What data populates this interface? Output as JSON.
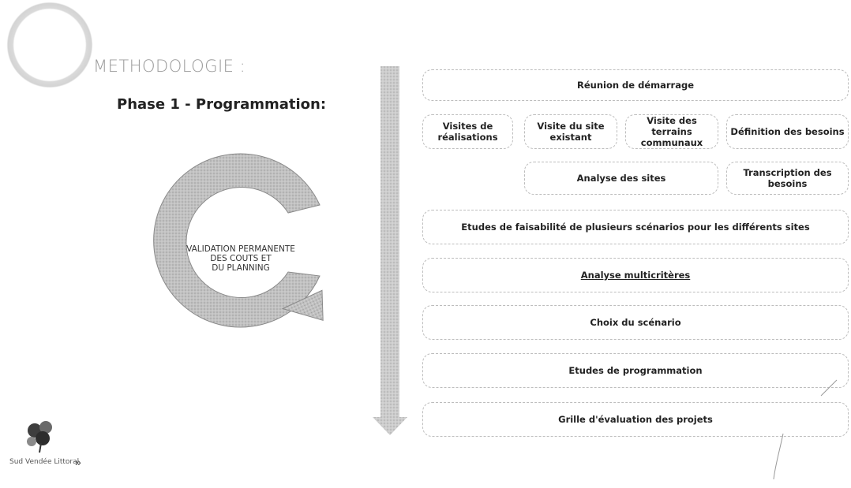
{
  "header": {
    "section_title": "METHODOLOGIE :",
    "phase_title": "Phase 1 - Programmation:"
  },
  "cycle": {
    "lines": [
      "VALIDATION PERMANENTE",
      "DES COUTS ET",
      "DU PLANNING"
    ]
  },
  "process_boxes": {
    "kickoff": "Réunion de démarrage",
    "visits_realisations": [
      "Visites de",
      "réalisations"
    ],
    "visit_existing_site": [
      "Visite du site",
      "existant"
    ],
    "visit_municipal_land": [
      "Visite des terrains",
      "communaux"
    ],
    "needs_definition": "Définition des besoins",
    "site_analysis": "Analyse des sites",
    "needs_transcription": "Transcription des besoins",
    "feasibility_studies": "Etudes de faisabilité de plusieurs scénarios pour les différents sites",
    "multicriteria_analysis": "Analyse multicritères",
    "scenario_choice": "Choix du scénario",
    "programming_studies": "Etudes de programmation",
    "evaluation_grid": "Grille d'évaluation des projets"
  },
  "logo": {
    "text": "Sud Vendée Littoral",
    "chevrons": "»"
  },
  "colors": {
    "cycle_fill": "#bdbdbd",
    "timeline_fill": "#c8c8c8",
    "box_border": "#bdbdbd"
  }
}
